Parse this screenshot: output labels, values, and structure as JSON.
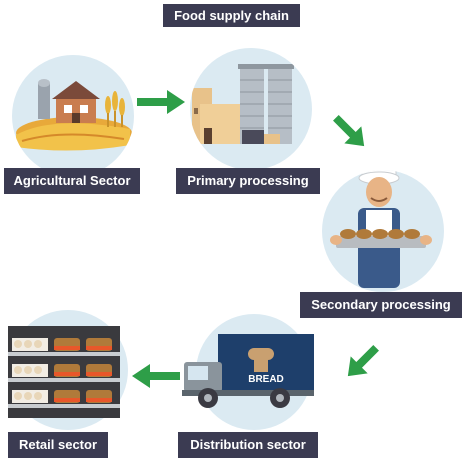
{
  "title": "Food supply chain",
  "stages": [
    {
      "label": "Agricultural Sector",
      "icon": "farm-icon"
    },
    {
      "label": "Primary processing",
      "icon": "factory-icon"
    },
    {
      "label": "Secondary processing",
      "icon": "baker-icon"
    },
    {
      "label": "Distribution sector",
      "icon": "truck-icon"
    },
    {
      "label": "Retail sector",
      "icon": "shop-shelves-icon"
    }
  ],
  "truck_text": "BREAD",
  "colors": {
    "label_bg": "#3b3b52",
    "circle_bg": "#dbeaf2",
    "arrow": "#2e9e48"
  }
}
